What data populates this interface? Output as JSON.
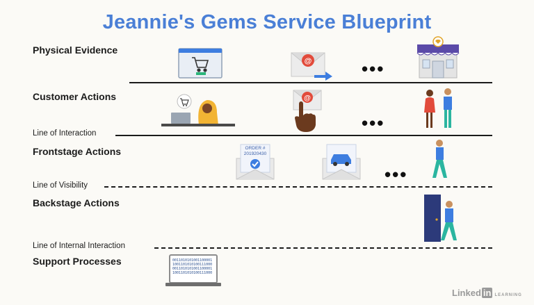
{
  "title": "Jeannie's Gems Service Blueprint",
  "rows": {
    "physical_evidence": "Physical Evidence",
    "customer_actions": "Customer Actions",
    "frontstage_actions": "Frontstage Actions",
    "backstage_actions": "Backstage Actions",
    "support_processes": "Support Processes"
  },
  "lines": {
    "interaction": "Line of Interaction",
    "visibility": "Line of Visibility",
    "internal_interaction": "Line of Internal Interaction"
  },
  "ellipsis": "•••",
  "order_card": {
    "label": "ORDER #",
    "number": "201920430"
  },
  "binary_lines": [
    "0011010101001100001",
    "1001101010100111000",
    "0011010101001100001",
    "1001101010100111000"
  ],
  "watermark": {
    "brand_linked": "Linked",
    "brand_in": "in",
    "suffix": "LEARNING"
  },
  "colors": {
    "title": "#4a7fd6",
    "envelope_red": "#e24b3b",
    "envelope_blue": "#3d7de0",
    "awning_purple": "#5b4aa8",
    "door_navy": "#2c3a7a"
  }
}
